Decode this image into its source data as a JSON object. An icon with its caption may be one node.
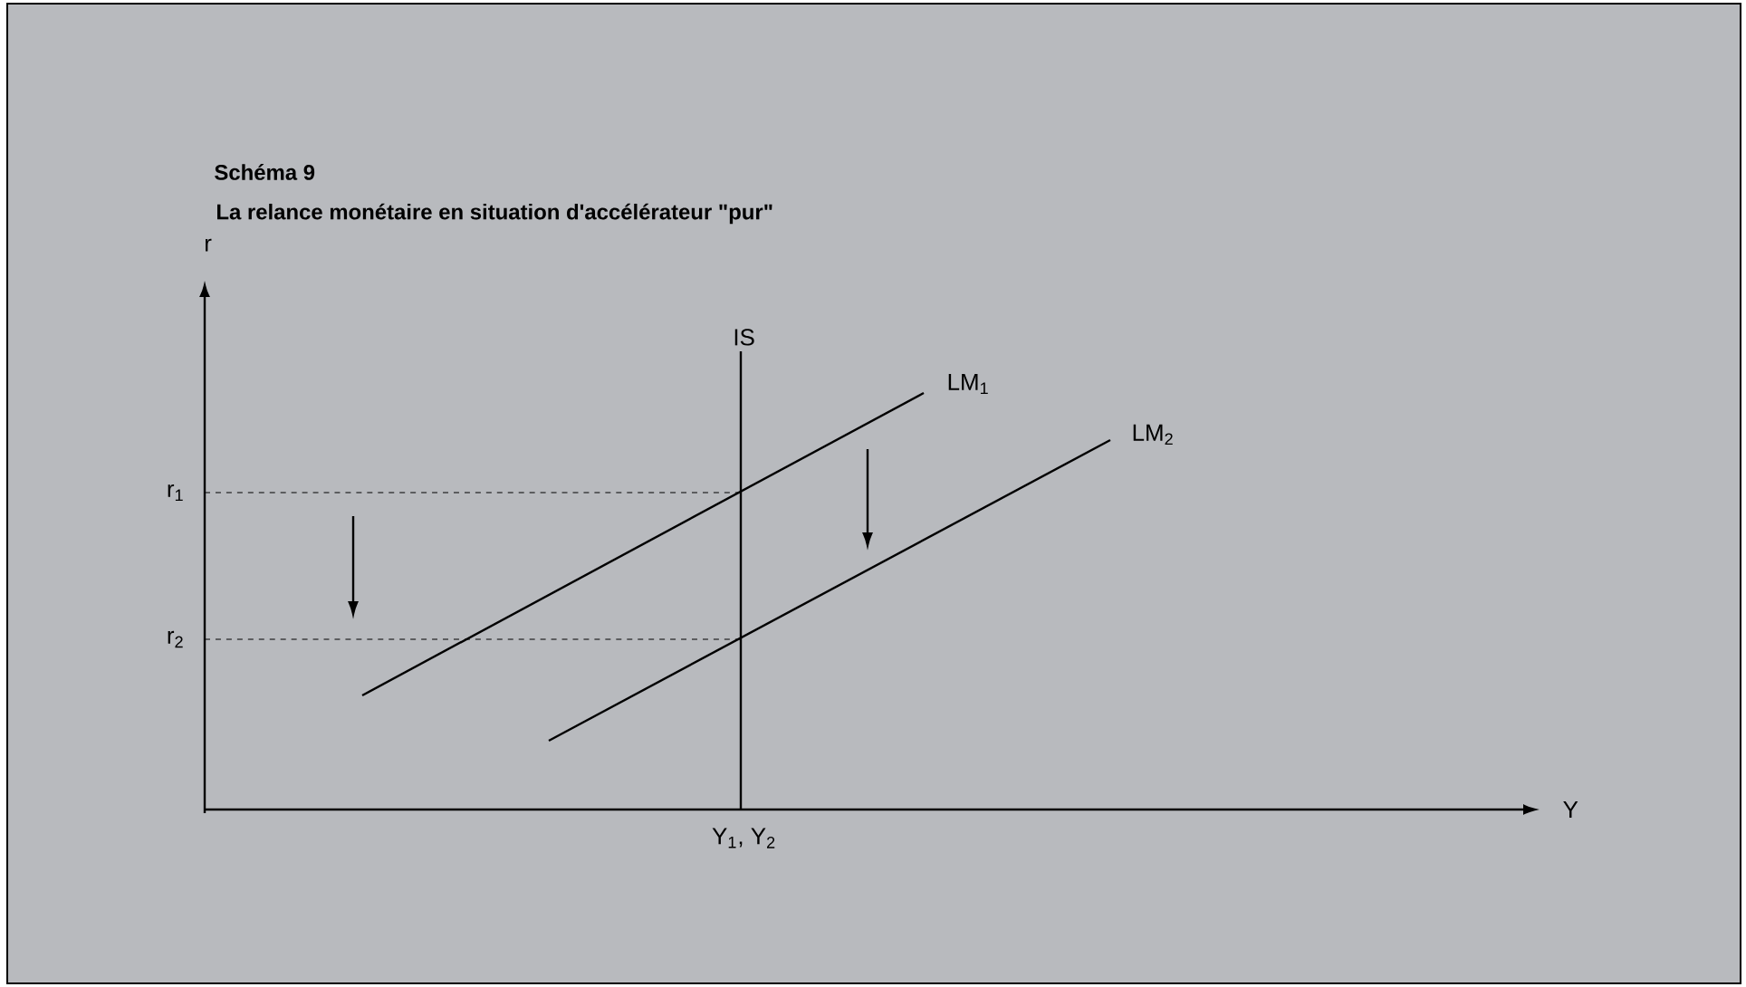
{
  "diagram": {
    "title": "Schéma 9",
    "labels": [
      "La relance monétaire en situation d'accélérateur \"pur\"",
      "r",
      "IS",
      "LM$_{1}$",
      "LM$_{2}$",
      "r$_{1}$",
      "r$_{2}$",
      "Y",
      "Y$_{1}$, Y$_{2}$"
    ]
  }
}
